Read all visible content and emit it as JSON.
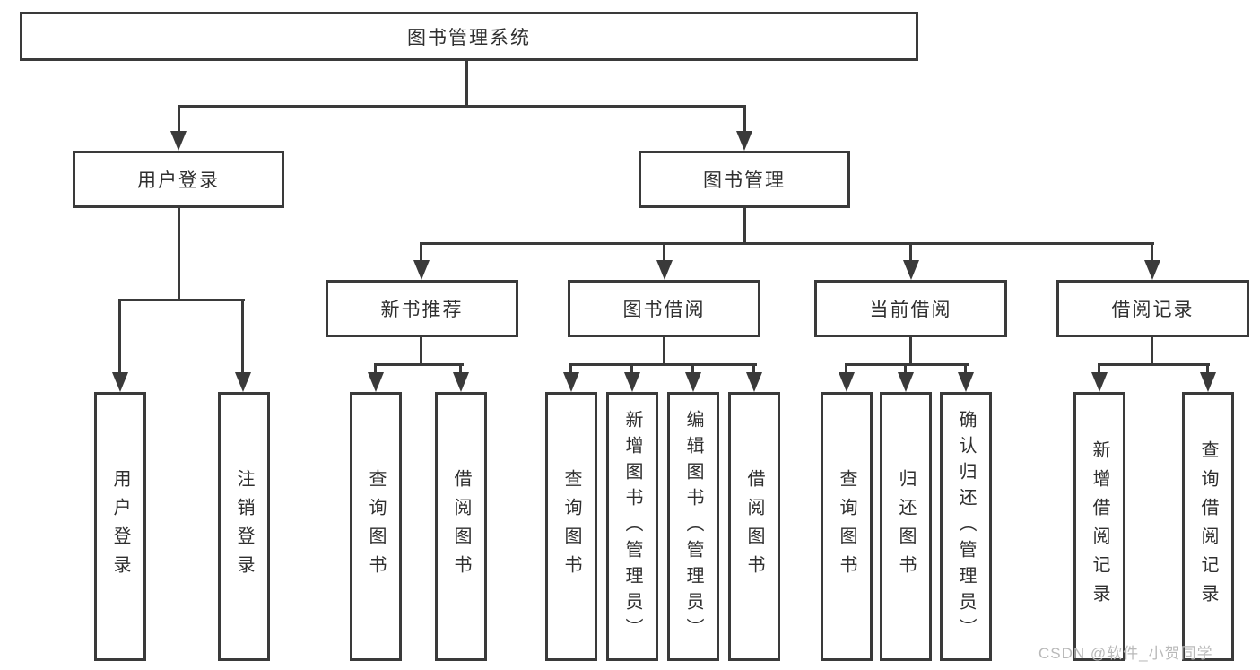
{
  "colors": {
    "line": "#3a3a3a",
    "text": "#2f2f2f",
    "watermark": "#b9b9b9",
    "background": "#ffffff"
  },
  "nodes": {
    "root": "图书管理系统",
    "user_login": "用户登录",
    "book_mgmt": "图书管理",
    "new_book_rec": "新书推荐",
    "book_borrow": "图书借阅",
    "current_borrow": "当前借阅",
    "borrow_records": "借阅记录",
    "leaf_user_login": "用户登录",
    "leaf_logout": "注销登录",
    "leaf_query_book_rec": "查询图书",
    "leaf_borrow_book_rec": "借阅图书",
    "leaf_query_book_borrow": "查询图书",
    "leaf_add_book_admin": "新增图书（管理员）",
    "leaf_edit_book_admin": "编辑图书（管理员）",
    "leaf_borrow_book": "借阅图书",
    "leaf_query_book_current": "查询图书",
    "leaf_return_book": "归还图书",
    "leaf_confirm_return_admin": "确认归还（管理员）",
    "leaf_add_borrow_record": "新增借阅记录",
    "leaf_query_borrow_record": "查询借阅记录"
  },
  "watermark": "CSDN @软件_小贺同学"
}
